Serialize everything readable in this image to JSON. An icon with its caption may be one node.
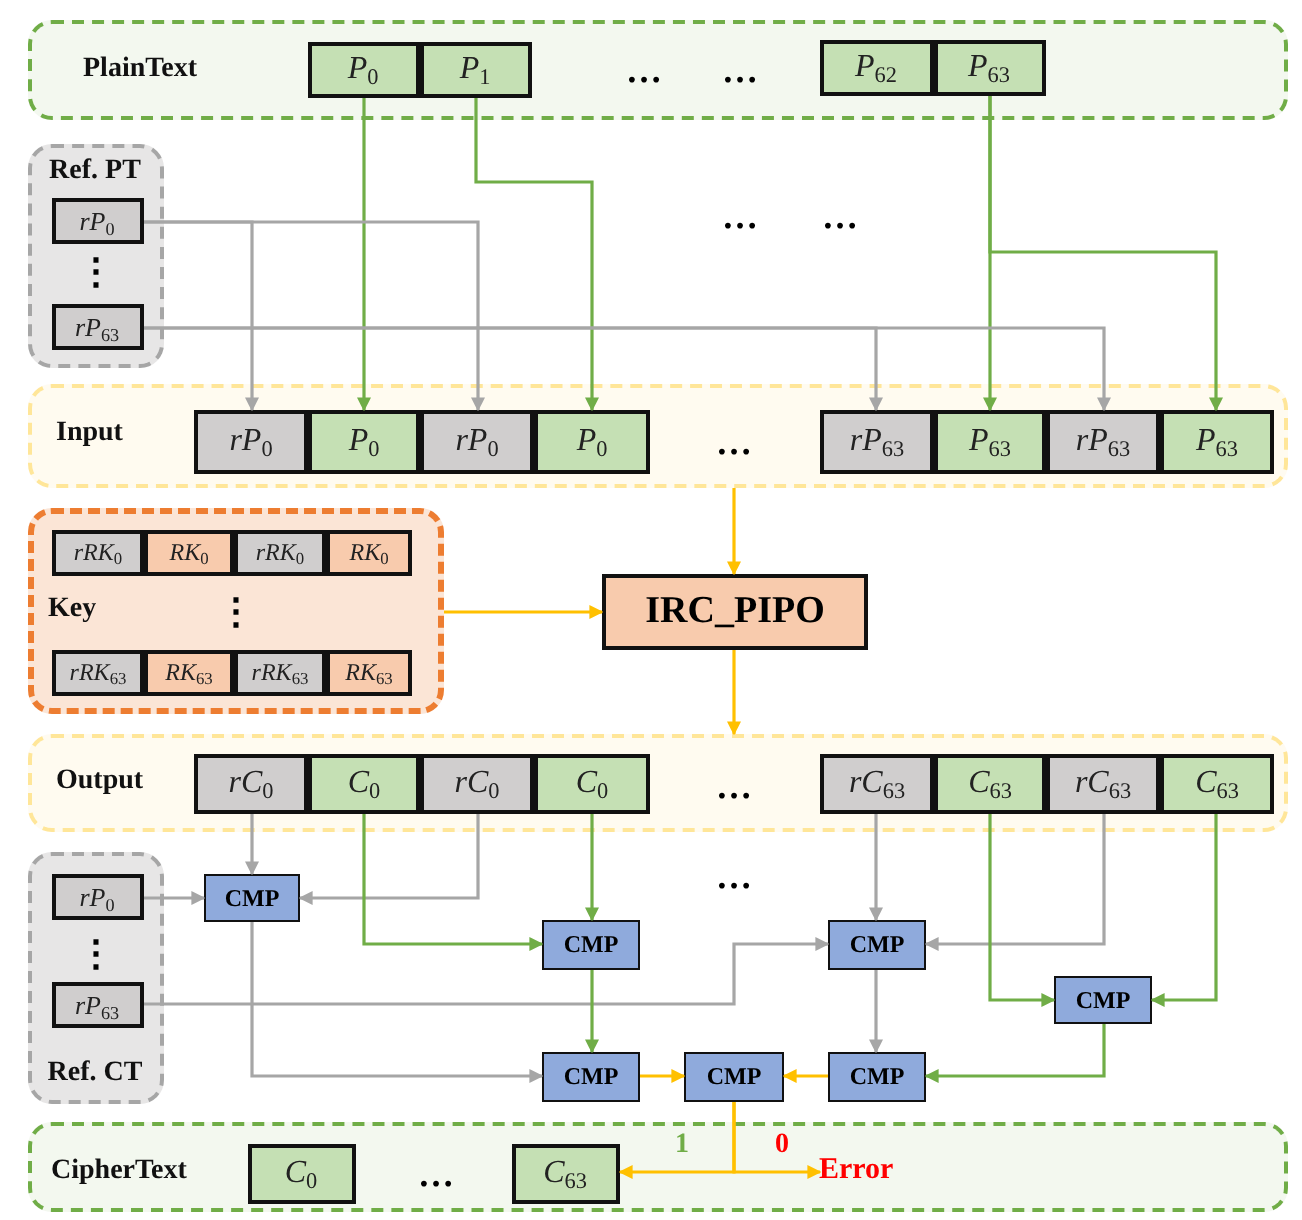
{
  "diagram": {
    "nodes": [
      {
        "text": [
          "PlainText"
        ]
      },
      {
        "text": [
          "*P*$_{0}$"
        ],
        "in": 0
      },
      {
        "text": [
          "*P*$_{1}$"
        ],
        "in": 0
      },
      {
        "text": [
          "*P*$_{62}$"
        ],
        "in": 0
      },
      {
        "text": [
          "*P*$_{63}$"
        ],
        "in": 0
      },
      {
        "text": [
          "Ref. PT"
        ]
      },
      {
        "text": [
          "*rP*$_{0}$"
        ],
        "in": 5
      },
      {
        "text": [
          "*rP*$_{63}$"
        ],
        "in": 5
      },
      {
        "text": [
          "Input"
        ]
      },
      {
        "text": [
          "*rP*$_{0}$"
        ],
        "in": 8
      },
      {
        "text": [
          "*P*$_{0}$"
        ],
        "in": 8
      },
      {
        "text": [
          "*rP*$_{0}$"
        ],
        "in": 8
      },
      {
        "text": [
          "*P*$_{0}$"
        ],
        "in": 8
      },
      {
        "text": [
          "*rP*$_{63}$"
        ],
        "in": 8
      },
      {
        "text": [
          "*P*$_{63}$"
        ],
        "in": 8
      },
      {
        "text": [
          "*rP*$_{63}$"
        ],
        "in": 8
      },
      {
        "text": [
          "*P*$_{63}$"
        ],
        "in": 8
      },
      {
        "text": [
          "Key"
        ]
      },
      {
        "text": [
          "*rRK*$_{0}$"
        ],
        "in": 17
      },
      {
        "text": [
          "*RK*$_{0}$"
        ],
        "in": 17
      },
      {
        "text": [
          "*rRK*$_{0}$"
        ],
        "in": 17
      },
      {
        "text": [
          "*RK*$_{0}$"
        ],
        "in": 17
      },
      {
        "text": [
          "*rRK*$_{63}$"
        ],
        "in": 17
      },
      {
        "text": [
          "*RK*$_{63}$"
        ],
        "in": 17
      },
      {
        "text": [
          "*rRK*$_{63}$"
        ],
        "in": 17
      },
      {
        "text": [
          "*RK*$_{63}$"
        ],
        "in": 17
      },
      {
        "text": [
          "IRC_PIPO"
        ]
      },
      {
        "text": [
          "Output"
        ]
      },
      {
        "text": [
          "*rC*$_{0}$"
        ],
        "in": 27
      },
      {
        "text": [
          "*C*$_{0}$"
        ],
        "in": 27
      },
      {
        "text": [
          "*rC*$_{0}$"
        ],
        "in": 27
      },
      {
        "text": [
          "*C*$_{0}$"
        ],
        "in": 27
      },
      {
        "text": [
          "*rC*$_{63}$"
        ],
        "in": 27
      },
      {
        "text": [
          "*C*$_{63}$"
        ],
        "in": 27
      },
      {
        "text": [
          "*rC*$_{63}$"
        ],
        "in": 27
      },
      {
        "text": [
          "*C*$_{63}$"
        ],
        "in": 27
      },
      {
        "text": [
          "Ref. CT"
        ]
      },
      {
        "text": [
          "*rP*$_{0}$"
        ],
        "in": 36
      },
      {
        "text": [
          "*rP*$_{63}$"
        ],
        "in": 36
      },
      {
        "text": [
          "CMP"
        ]
      },
      {
        "text": [
          "CMP"
        ]
      },
      {
        "text": [
          "CMP"
        ]
      },
      {
        "text": [
          "CMP"
        ]
      },
      {
        "text": [
          "CMP"
        ]
      },
      {
        "text": [
          "CMP"
        ]
      },
      {
        "text": [
          "CMP"
        ]
      },
      {
        "text": [
          "CipherText"
        ]
      },
      {
        "text": [
          "*C*$_{0}$"
        ],
        "in": 46
      },
      {
        "text": [
          "*C*$_{63}$"
        ],
        "in": 46
      },
      {
        "text": [
          "Error"
        ],
        "in": 46
      }
    ],
    "edges": [
      {
        "from": 1,
        "to": 10,
        "arrow": "to",
        "color": "#70ad47"
      },
      {
        "from": 2,
        "to": 12,
        "arrow": "to",
        "color": "#70ad47"
      },
      {
        "from": 4,
        "to": 14,
        "arrow": "to",
        "color": "#70ad47"
      },
      {
        "from": 4,
        "to": 16,
        "arrow": "to",
        "color": "#70ad47"
      },
      {
        "from": 6,
        "to": 9,
        "arrow": "to"
      },
      {
        "from": 6,
        "to": 11,
        "arrow": "to"
      },
      {
        "from": 7,
        "to": 13,
        "arrow": "to"
      },
      {
        "from": 7,
        "to": 15,
        "arrow": "to"
      },
      {
        "from": 8,
        "to": 26,
        "arrow": "to",
        "color": "#ffc000"
      },
      {
        "from": 17,
        "to": 26,
        "arrow": "to",
        "color": "#ffc000"
      },
      {
        "from": 26,
        "to": 27,
        "arrow": "to",
        "color": "#ffc000"
      },
      {
        "from": 28,
        "to": 39,
        "arrow": "to"
      },
      {
        "from": 30,
        "to": 39,
        "arrow": "to"
      },
      {
        "from": 37,
        "to": 39,
        "arrow": "to"
      },
      {
        "from": 29,
        "to": 40,
        "arrow": "to",
        "color": "#70ad47"
      },
      {
        "from": 31,
        "to": 40,
        "arrow": "to",
        "color": "#70ad47"
      },
      {
        "from": 32,
        "to": 41,
        "arrow": "to"
      },
      {
        "from": 34,
        "to": 41,
        "arrow": "to"
      },
      {
        "from": 38,
        "to": 41,
        "arrow": "to"
      },
      {
        "from": 33,
        "to": 42,
        "arrow": "to",
        "color": "#70ad47"
      },
      {
        "from": 35,
        "to": 42,
        "arrow": "to",
        "color": "#70ad47"
      },
      {
        "from": 40,
        "to": 43,
        "arrow": "to",
        "color": "#70ad47"
      },
      {
        "from": 39,
        "to": 43,
        "arrow": "to"
      },
      {
        "from": 41,
        "to": 45,
        "arrow": "to"
      },
      {
        "from": 42,
        "to": 45,
        "arrow": "to",
        "color": "#70ad47"
      },
      {
        "from": 43,
        "to": 44,
        "arrow": "to",
        "color": "#ffc000"
      },
      {
        "from": 45,
        "to": 44,
        "arrow": "to",
        "color": "#ffc000"
      },
      {
        "from": 44,
        "to": 48,
        "arrow": "to",
        "color": "#ffc000",
        "label": "1"
      },
      {
        "from": 44,
        "to": 49,
        "arrow": "to",
        "color": "#ffc000",
        "label": "0"
      }
    ],
    "labels": [
      "…",
      "…",
      "⋮",
      "…",
      "…",
      "…",
      "⋮",
      "…",
      "…",
      "⋮",
      "…"
    ]
  }
}
